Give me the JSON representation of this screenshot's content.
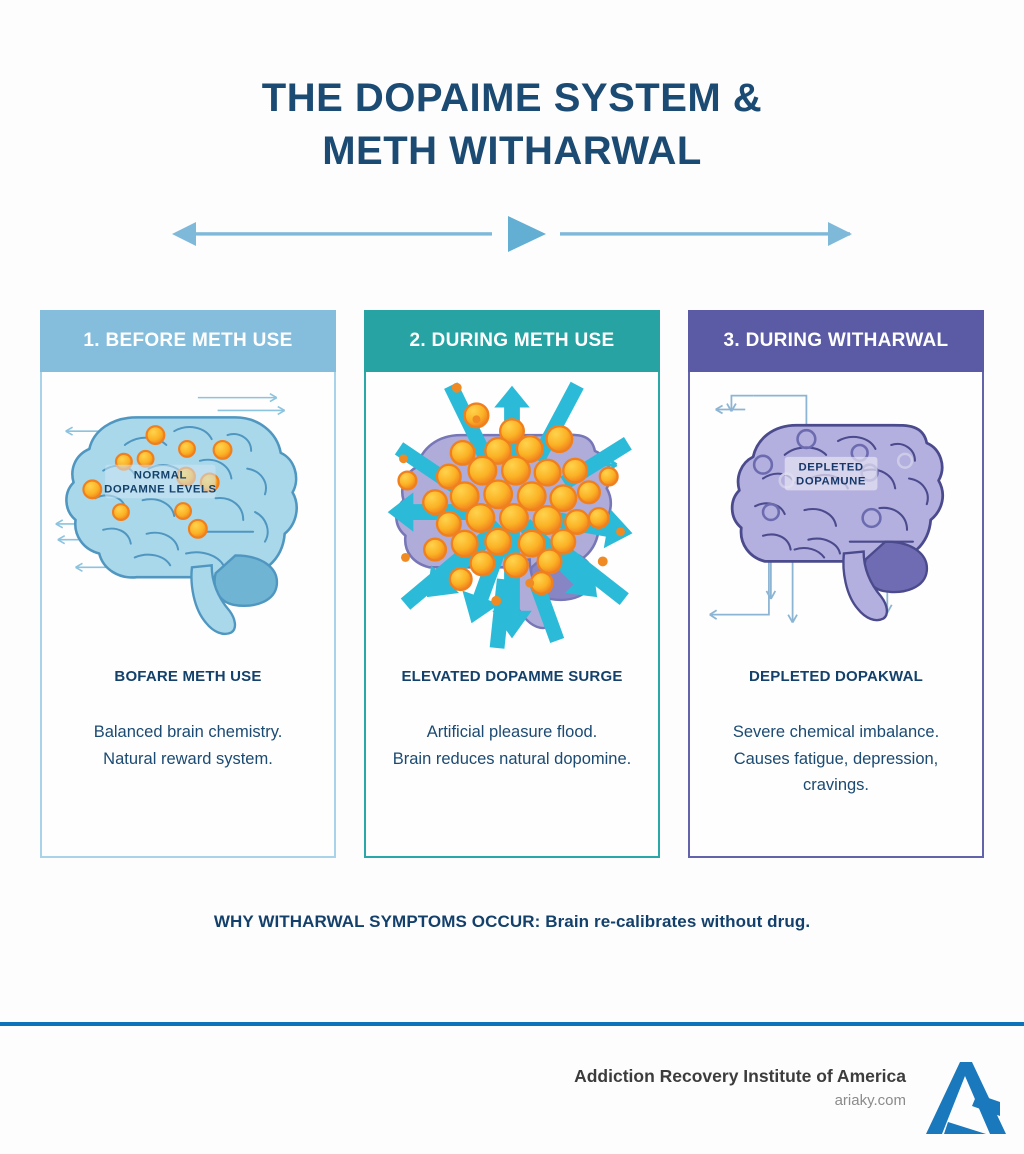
{
  "title": {
    "line1": "THE DOPAIME SYSTEM &",
    "line2": "METH WITHARWAL"
  },
  "decoration": {
    "left_arrow": "left-arrow",
    "center_triangle": "play-triangle",
    "right_arrow": "right-arrow",
    "color": "#7fb9da"
  },
  "panels": [
    {
      "header": "1. BEFORE METH USE",
      "header_color": "#84bedc",
      "border_color": "#a9d3e8",
      "brain_label_line1": "NORMAL",
      "brain_label_line2": "DOPAMNE LEVELS",
      "caption_title": "BOFARE METH USE",
      "caption_line1": "Balanced brain chemistry.",
      "caption_line2": "Natural reward system.",
      "art": "brain-normal-dopamine"
    },
    {
      "header": "2. DURING METH USE",
      "header_color": "#27a3a3",
      "border_color": "#2aa8a8",
      "brain_label_line1": "",
      "brain_label_line2": "",
      "caption_title": "ELEVATED DOPAMME SURGE",
      "caption_line1": "Artificial pleasure flood.",
      "caption_line2": "Brain reduces natural dopomine.",
      "art": "brain-dopamine-burst"
    },
    {
      "header": "3. DURING WITHARWAL",
      "header_color": "#5b5ba5",
      "border_color": "#6363ab",
      "brain_label_line1": "DEPLETED",
      "brain_label_line2": "DOPAMUNE",
      "caption_title": "DEPLETED DOPAKWAL",
      "caption_line1": "Severe chemical imbalance.",
      "caption_line2": "Causes fatigue, depression, cravings.",
      "art": "brain-depleted"
    }
  ],
  "why_line": "WHY WITHARWAL SYMPTOMS OCCUR: Brain re-calibrates without drug.",
  "divider_color": "#0c73ba",
  "footer": {
    "org_name": "Addiction Recovery Institute of America",
    "site": "ariaky.com",
    "logo": "letter-a-logo",
    "logo_color": "#1a78bd"
  }
}
